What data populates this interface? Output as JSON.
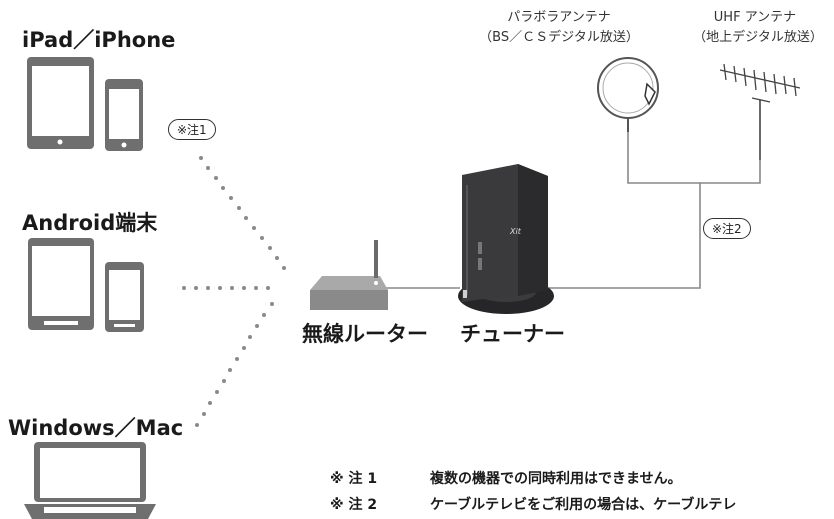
{
  "devices": {
    "ipad_iphone": "iPad／iPhone",
    "android": "Android端末",
    "windows_mac": "Windows／Mac"
  },
  "antennas": {
    "parabola_name": "パラボラアンテナ",
    "parabola_sub": "（BS／ＣＳデジタル放送）",
    "uhf_name": "UHF アンテナ",
    "uhf_sub": "（地上デジタル放送）"
  },
  "equipment": {
    "router": "無線ルーター",
    "tuner": "チューナー",
    "tuner_logo": "Xit"
  },
  "notes": {
    "badge1": "※注1",
    "badge2": "※注2",
    "note1_mark": "※ 注 1",
    "note1_text": "複数の機器での同時利用はできません。",
    "note2_mark": "※ 注 2",
    "note2_text": "ケーブルテレビをご利用の場合は、ケーブルテレ"
  },
  "colors": {
    "device": "#6f6f6f",
    "device_screen": "#ffffff",
    "tuner_body": "#3a3a3c",
    "cable": "#888888",
    "dots": "#8a8a8a"
  }
}
